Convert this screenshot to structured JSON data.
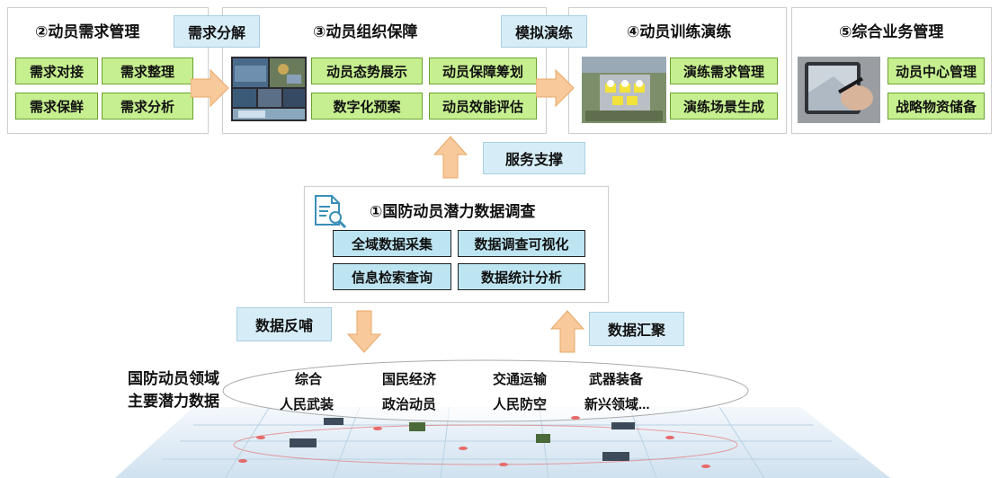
{
  "panels": {
    "demand": {
      "title": "②动员需求管理",
      "items": [
        "需求对接",
        "需求整理",
        "需求保鲜",
        "需求分析"
      ]
    },
    "organization": {
      "title": "③动员组织保障",
      "items": [
        "动员态势展示",
        "动员保障筹划",
        "数字化预案",
        "动员效能评估"
      ]
    },
    "training": {
      "title": "④动员训练演练",
      "items": [
        "演练需求管理",
        "演练场景生成"
      ]
    },
    "business": {
      "title": "⑤综合业务管理",
      "items": [
        "动员中心管理",
        "战略物资储备"
      ]
    },
    "survey": {
      "title": "①国防动员潜力数据调查",
      "items": [
        "全域数据采集",
        "数据调查可视化",
        "信息检索查询",
        "数据统计分析"
      ]
    }
  },
  "tags": {
    "decompose": "需求分解",
    "simulate": "模拟演练",
    "service": "服务支撑",
    "feedback": "数据反哺",
    "aggregate": "数据汇聚"
  },
  "base": {
    "heading_line1": "国防动员领域",
    "heading_line2": "主要潜力数据",
    "items": [
      "综合",
      "国民经济",
      "交通运输",
      "武器装备",
      "人民武装",
      "政治动员",
      "人民防空",
      "新兴领域..."
    ]
  },
  "colors": {
    "green_item": "#c6ef8f",
    "blue_item": "#bde4f1",
    "tag_bg": "#d6edf7",
    "arrow": "#f8c99a"
  }
}
